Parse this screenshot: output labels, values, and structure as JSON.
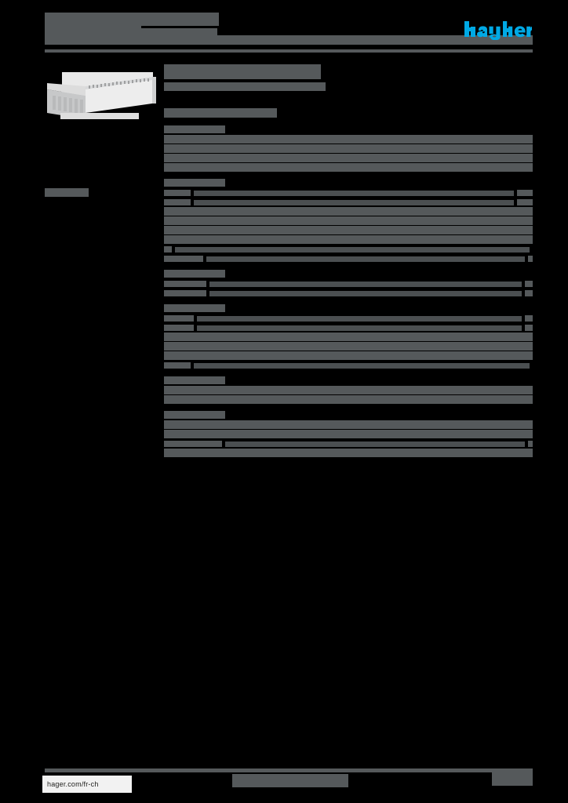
{
  "document": {
    "type": "product-datasheet",
    "page_background": "#000000",
    "redaction_color": "#55595b",
    "brand_color": "#00a9e5",
    "title_line_1": "",
    "title_line_2": "",
    "subtitle_line_1": "",
    "subtitle_line_2": ""
  },
  "header": {
    "logo": {
      "name": "hager-logo",
      "text": "hager",
      "color": "#00a9e5"
    },
    "rule_visible": true
  },
  "product": {
    "image_name": "cable-trunking-product-photo",
    "image_alt": "",
    "heading": "",
    "heading_sub": "",
    "subheading": ""
  },
  "sidebar": {
    "items": [
      {
        "label": "",
        "name": "sidebar-label-1"
      }
    ]
  },
  "spec_table": {
    "sections": [
      {
        "name": "section-1",
        "caption": "",
        "rows": [
          {
            "label": "",
            "value": "",
            "label_w": 44,
            "value_w": 0,
            "band": true
          },
          {
            "label": "",
            "value": "",
            "label_w": 44,
            "value_w": 0,
            "band": true
          },
          {
            "label": "",
            "value": "",
            "label_w": 30,
            "value_w": 0,
            "band": true
          },
          {
            "label": "",
            "value": "",
            "label_w": 44,
            "value_w": 0,
            "band": true
          }
        ]
      },
      {
        "name": "section-2",
        "caption": "",
        "rows": [
          {
            "label": "",
            "value": "",
            "label_w": 34,
            "value_w": 20,
            "band": false
          },
          {
            "label": "",
            "value": "",
            "label_w": 34,
            "value_w": 20,
            "band": false
          },
          {
            "label": "",
            "value": "",
            "label_w": 44,
            "value_w": 0,
            "band": true
          },
          {
            "label": "",
            "value": "",
            "label_w": 44,
            "value_w": 0,
            "band": true
          },
          {
            "label": "",
            "value": "",
            "label_w": 44,
            "value_w": 0,
            "band": true
          },
          {
            "label": "",
            "value": "",
            "label_w": 44,
            "value_w": 0,
            "band": true
          },
          {
            "label": "",
            "value": "",
            "label_w": 10,
            "value_w": 0,
            "band": false
          },
          {
            "label": "",
            "value": "",
            "label_w": 50,
            "value_w": 6,
            "band": false
          }
        ]
      },
      {
        "name": "section-3",
        "caption": "",
        "rows": [
          {
            "label": "",
            "value": "",
            "label_w": 54,
            "value_w": 10,
            "band": false
          },
          {
            "label": "",
            "value": "",
            "label_w": 54,
            "value_w": 10,
            "band": false
          }
        ]
      },
      {
        "name": "section-4",
        "caption": "",
        "rows": [
          {
            "label": "",
            "value": "",
            "label_w": 38,
            "value_w": 10,
            "band": false
          },
          {
            "label": "",
            "value": "",
            "label_w": 38,
            "value_w": 10,
            "band": false
          },
          {
            "label": "",
            "value": "",
            "label_w": 44,
            "value_w": 0,
            "band": true
          },
          {
            "label": "",
            "value": "",
            "label_w": 44,
            "value_w": 0,
            "band": true
          },
          {
            "label": "",
            "value": "",
            "label_w": 44,
            "value_w": 0,
            "band": true
          },
          {
            "label": "",
            "value": "",
            "label_w": 34,
            "value_w": 0,
            "band": false
          }
        ]
      },
      {
        "name": "section-5",
        "caption": "",
        "rows": [
          {
            "label": "",
            "value": "",
            "label_w": 40,
            "value_w": 0,
            "band": true
          },
          {
            "label": "",
            "value": "",
            "label_w": 40,
            "value_w": 0,
            "band": true
          }
        ]
      },
      {
        "name": "section-6",
        "caption": "",
        "rows": [
          {
            "label": "",
            "value": "",
            "label_w": 44,
            "value_w": 6,
            "band": true
          },
          {
            "label": "",
            "value": "",
            "label_w": 44,
            "value_w": 6,
            "band": true
          },
          {
            "label": "",
            "value": "",
            "label_w": 74,
            "value_w": 6,
            "band": false
          },
          {
            "label": "",
            "value": "",
            "label_w": 74,
            "value_w": 0,
            "band": true
          }
        ]
      }
    ]
  },
  "footer": {
    "url": "hager.com/fr-ch",
    "center_text": "",
    "right_text": "",
    "rule_visible": true
  }
}
